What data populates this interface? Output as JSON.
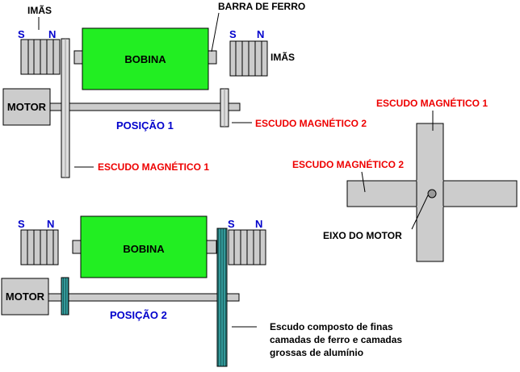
{
  "labels": {
    "imas_top_left": "IMÃS",
    "imas_right": "IMÃS",
    "barra_de_ferro": "BARRA DE FERRO",
    "bobina_1": "BOBINA",
    "bobina_2": "BOBINA",
    "motor_1": "MOTOR",
    "motor_2": "MOTOR",
    "posicao_1": "POSIÇÃO 1",
    "posicao_2": "POSIÇÃO 2",
    "escudo_1_pos1": "ESCUDO MAGNÉTICO 1",
    "escudo_2_pos1": "ESCUDO MAGNÉTICO 2",
    "escudo_1_right": "ESCUDO MAGNÉTICO 1",
    "escudo_2_right": "ESCUDO MAGNÉTICO 2",
    "eixo_do_motor": "EIXO DO MOTOR",
    "pole_s_1": "S",
    "pole_n_1": "N",
    "pole_s_2": "S",
    "pole_n_2": "N",
    "pole_s_3": "S",
    "pole_n_3": "N",
    "pole_s_4": "S",
    "pole_n_4": "N",
    "composite_line1": "Escudo composto de finas",
    "composite_line2": "camadas de ferro e camadas",
    "composite_line3": "grossas de alumínio"
  },
  "colors": {
    "coil": "#22ee22",
    "gray": "#cccccc",
    "shield_teal": "#339999",
    "label_red": "#ee0000",
    "label_blue": "#0000cc",
    "black": "#000000"
  }
}
